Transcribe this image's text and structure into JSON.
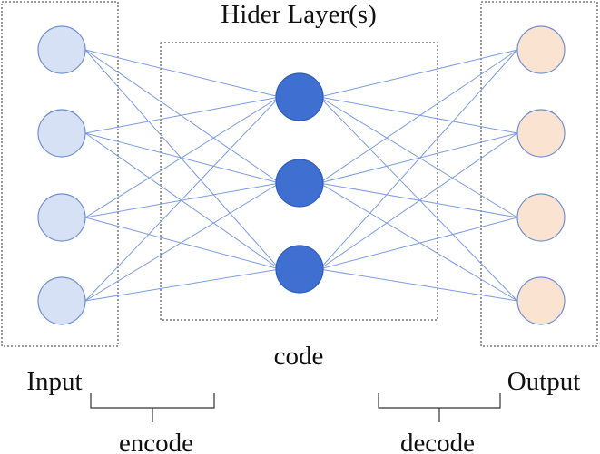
{
  "title": "Hider Layer(s)",
  "labels": {
    "input": "Input",
    "output": "Output",
    "code": "code",
    "encode": "encode",
    "decode": "decode"
  },
  "colors": {
    "input_fill": "#d6e1f5",
    "input_stroke": "#6f8fd0",
    "hidden_fill": "#3f6fd1",
    "hidden_stroke": "#2f5cb8",
    "output_fill": "#fbe3d1",
    "output_stroke": "#6f8fd0",
    "edge": "#7c9be0",
    "box_stroke": "#333333"
  },
  "network": {
    "input_nodes": 4,
    "hidden_nodes": 3,
    "output_nodes": 4
  }
}
